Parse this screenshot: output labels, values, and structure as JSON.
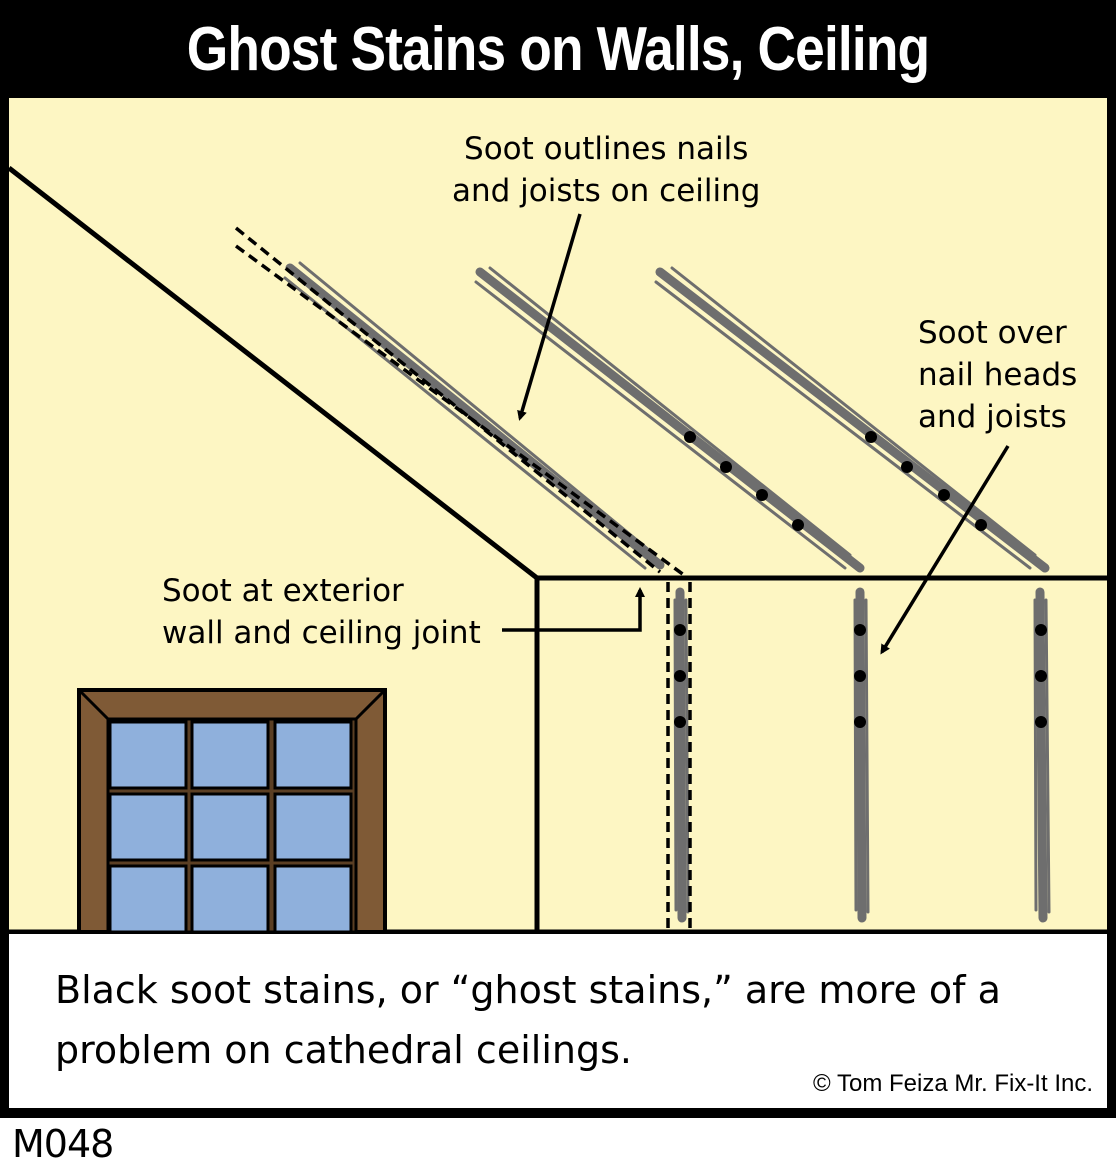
{
  "title": "Ghost Stains on Walls, Ceiling",
  "labels": {
    "ceiling_soot": "Soot outlines nails\nand joists on ceiling",
    "nail_soot": "Soot over\nnail heads\nand joists",
    "joint_soot": "Soot at exterior\nwall and ceiling joint"
  },
  "caption": "Black soot stains, or “ghost stains,” are more of a problem on cathedral ceilings.",
  "copyright": "© Tom Feiza Mr. Fix-It Inc.",
  "code": "M048",
  "colors": {
    "background": "#fdf6c3",
    "frame": "#000000",
    "soot": "#6e6e6e",
    "window_frame": "#7f5a36",
    "window_glass": "#8fb0dc"
  }
}
